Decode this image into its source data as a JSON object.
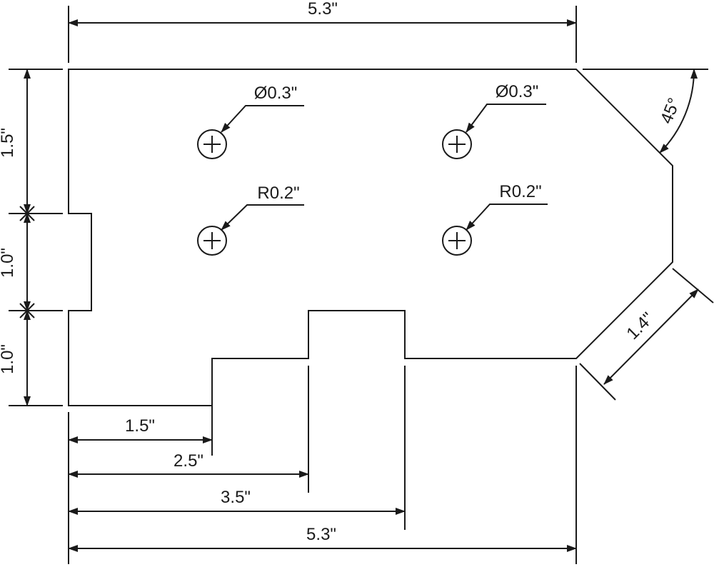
{
  "colors": {
    "line": "#1a1a1a",
    "background": "#ffffff"
  },
  "dimensions": {
    "top_width": "5.3\"",
    "left_upper": "1.5\"",
    "left_middle": "1.0\"",
    "left_lower": "1.0\"",
    "bottom_1": "1.5\"",
    "bottom_2": "2.5\"",
    "bottom_3": "3.5\"",
    "bottom_width": "5.3\"",
    "chamfer_angle": "45°",
    "chamfer_length": "1.4\""
  },
  "holes": {
    "diameter_label": "Ø0.3\"",
    "radius_label": "R0.2\""
  }
}
